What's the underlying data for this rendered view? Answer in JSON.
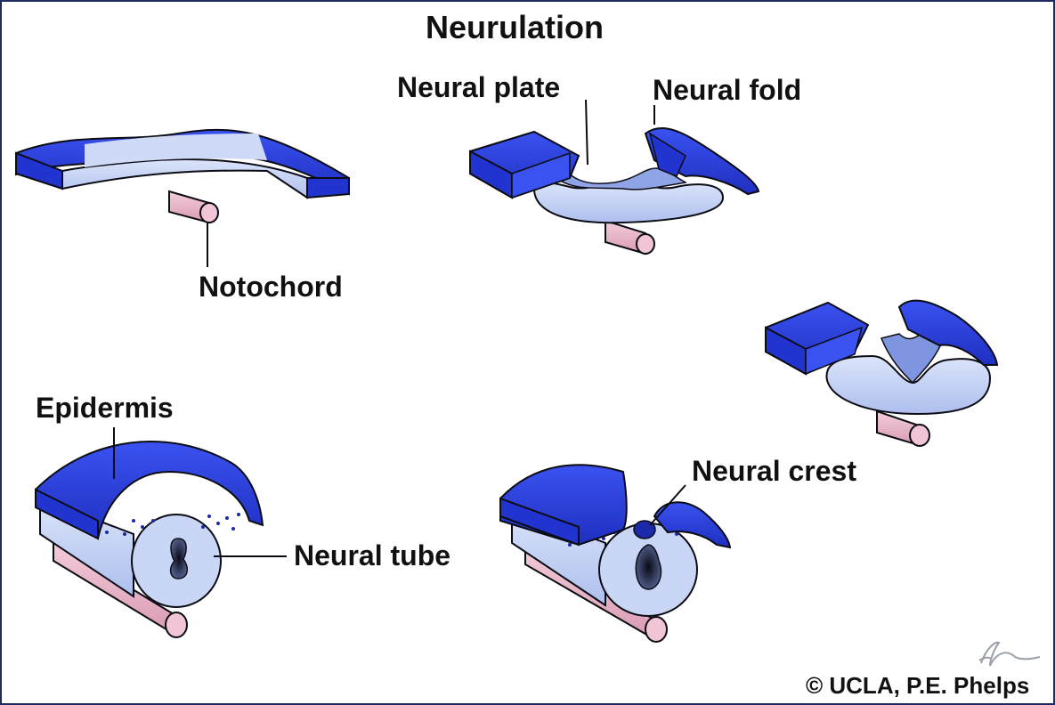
{
  "title": "Neurulation",
  "labels": {
    "neural_plate": "Neural plate",
    "neural_fold": "Neural fold",
    "notochord": "Notochord",
    "epidermis": "Epidermis",
    "neural_tube": "Neural tube",
    "neural_crest": "Neural crest"
  },
  "credit": "© UCLA, P.E. Phelps",
  "colors": {
    "epidermis_blue": "#2b3fe0",
    "epidermis_dark": "#1a2aa8",
    "neural_light": "#c9d6f5",
    "neural_mid": "#9fb2ea",
    "notochord_pink": "#e9b6c9",
    "outline": "#0c0c14",
    "border": "#1d2c5a"
  }
}
